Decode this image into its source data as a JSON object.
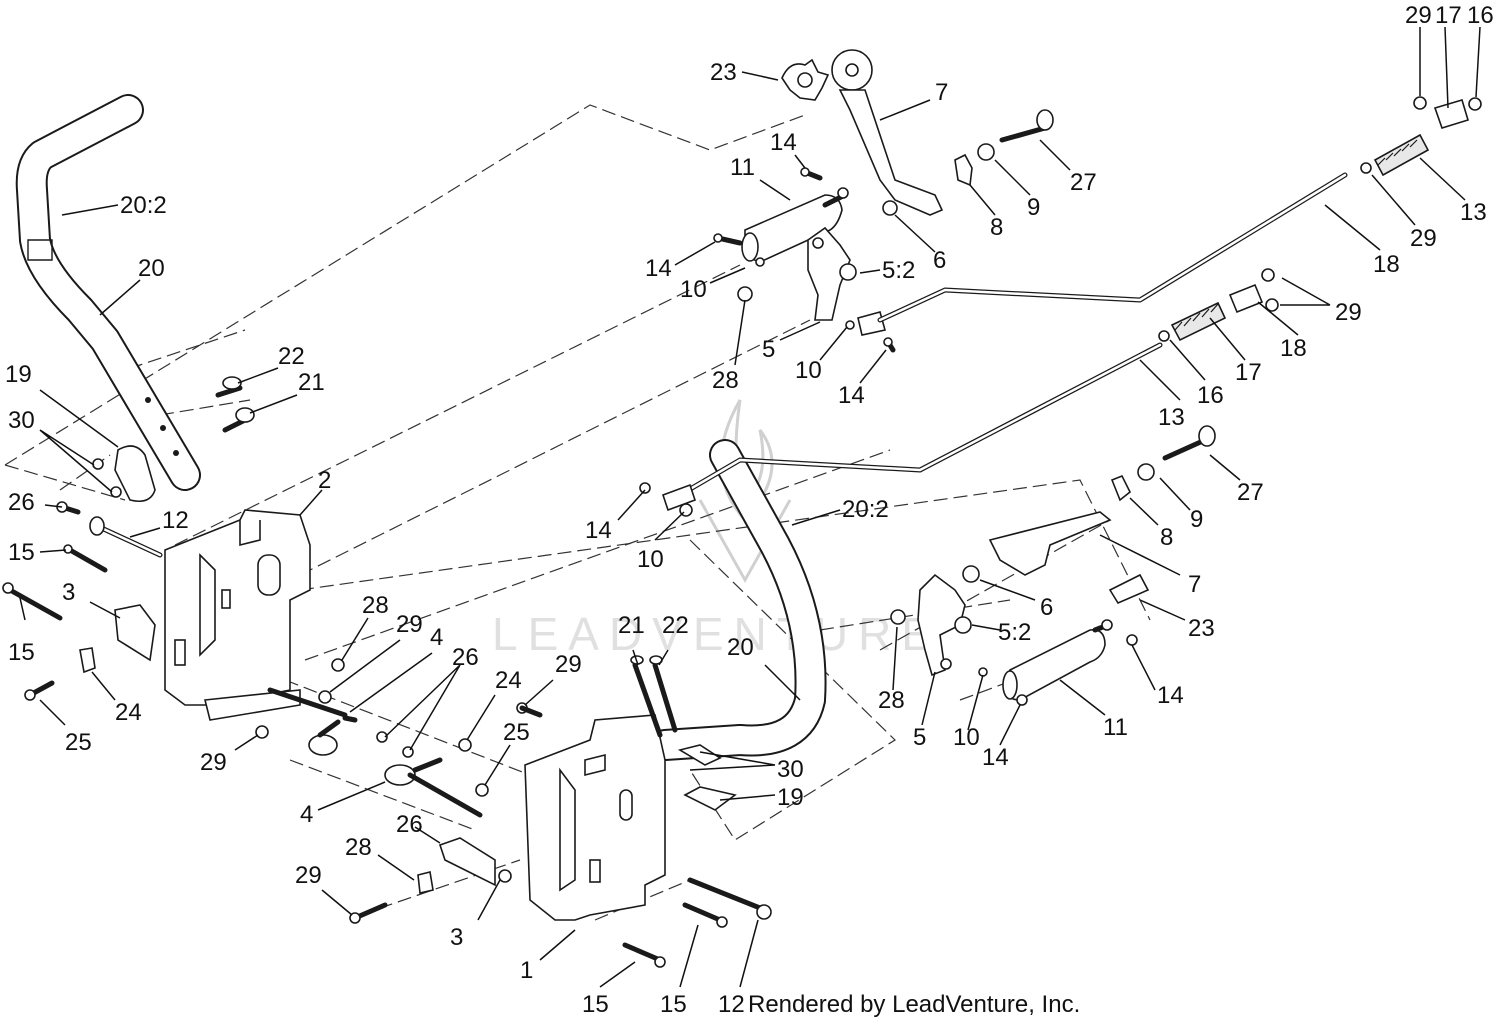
{
  "footer": {
    "credit": "Rendered by LeadVenture, Inc."
  },
  "watermark": {
    "text": "LEADVENTURE"
  },
  "callouts": [
    "20:2",
    "20",
    "19",
    "30",
    "22",
    "21",
    "26",
    "12",
    "2",
    "15",
    "15",
    "3",
    "24",
    "25",
    "28",
    "29",
    "4",
    "26",
    "29",
    "4",
    "26",
    "28",
    "29",
    "3",
    "24",
    "25",
    "29",
    "1",
    "15",
    "15",
    "12",
    "23",
    "7",
    "14",
    "11",
    "27",
    "9",
    "8",
    "6",
    "5:2",
    "14",
    "10",
    "28",
    "5",
    "10",
    "14",
    "29",
    "18",
    "29",
    "17",
    "16",
    "13",
    "29",
    "18",
    "17",
    "16",
    "13",
    "27",
    "9",
    "8",
    "14",
    "10",
    "20:2",
    "7",
    "6",
    "23",
    "5:2",
    "21",
    "22",
    "20",
    "28",
    "5",
    "10",
    "14",
    "11",
    "14",
    "30",
    "19"
  ]
}
